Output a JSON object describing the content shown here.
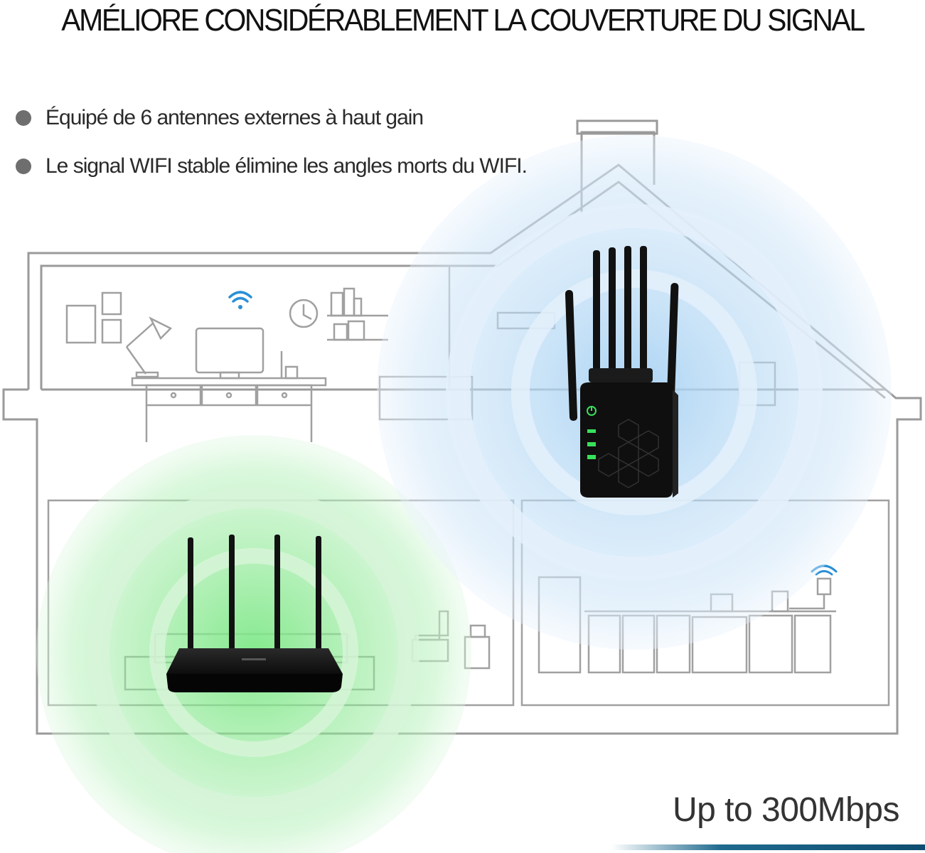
{
  "headline": "AMÉLIORE CONSIDÉRABLEMENT LA COUVERTURE DU SIGNAL",
  "bullets": [
    {
      "text": "Équipé de 6 antennes externes à haut gain"
    },
    {
      "text": "Le signal WIFI stable élimine les angles morts du WIFI."
    }
  ],
  "speed": "Up to 300Mbps",
  "colors": {
    "house_line": "#9a9a9a",
    "green_signal": "#6fe07a",
    "blue_signal": "#a9d3f2",
    "wifi_icon": "#2a8fd6",
    "device": "#111111",
    "led": "#38e05a",
    "accent_bar": "#1f6a8f"
  },
  "icons": [
    "wifi-icon",
    "clock-icon",
    "lamp-icon",
    "monitor-icon",
    "power-icon"
  ]
}
